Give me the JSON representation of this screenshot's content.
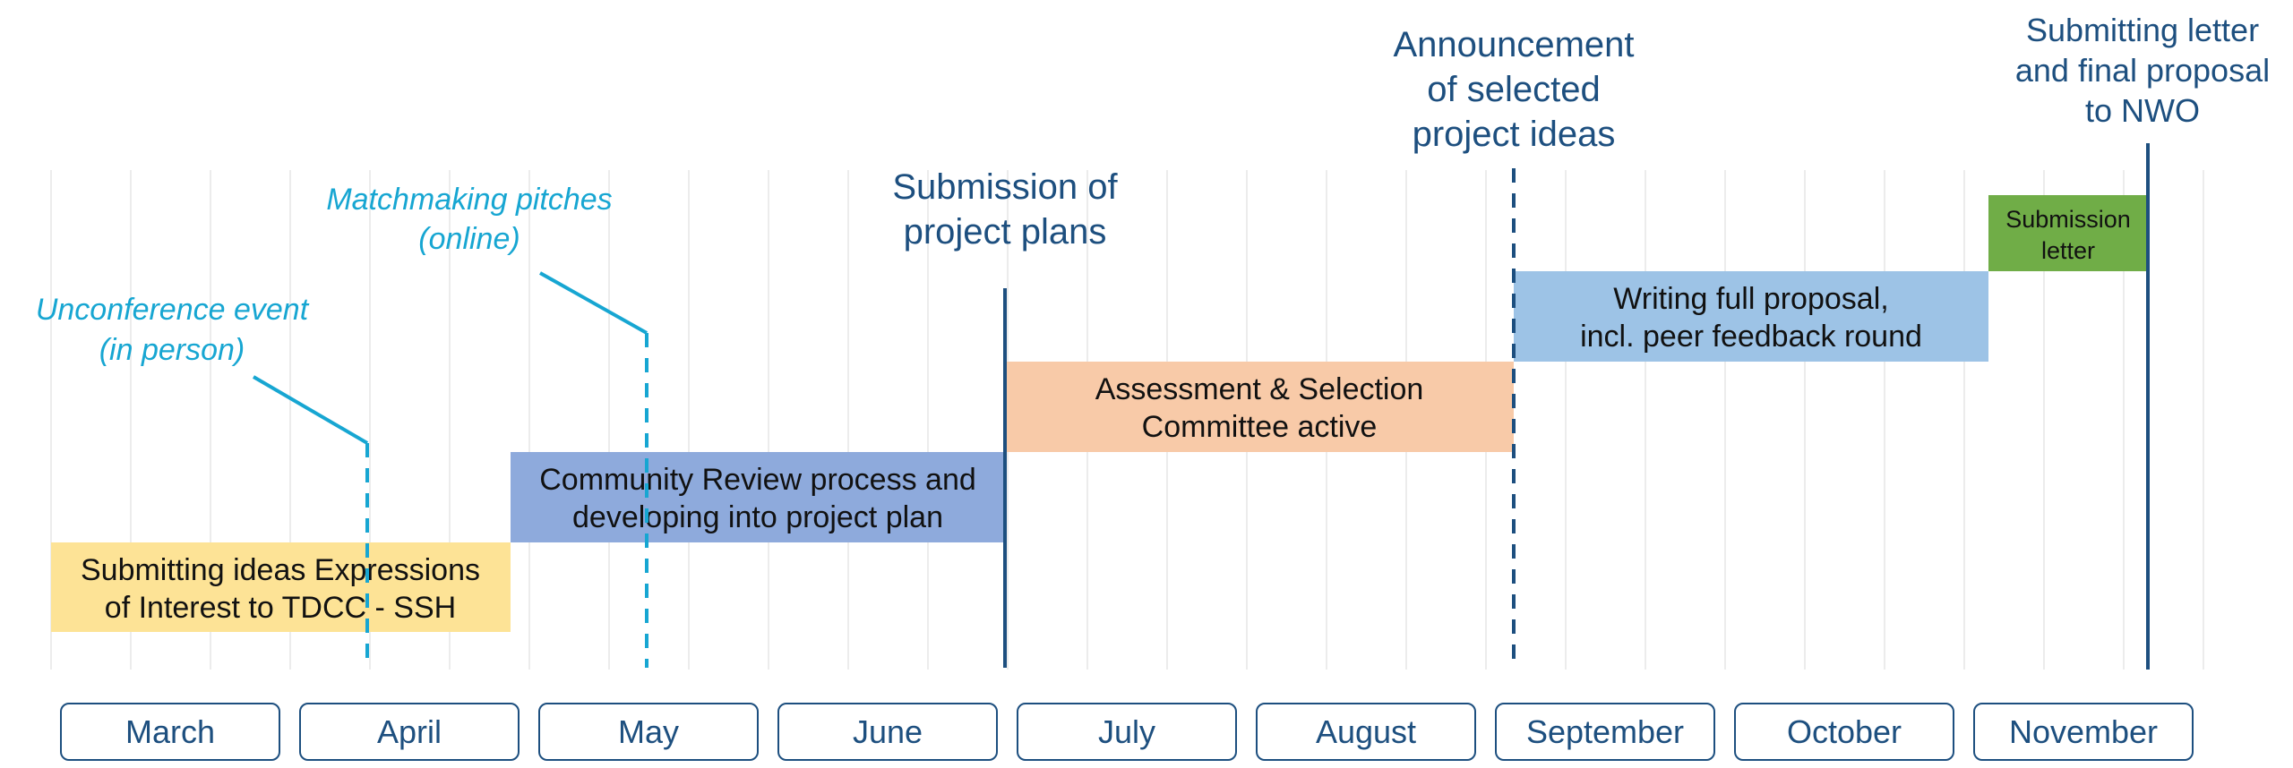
{
  "months": [
    "March",
    "April",
    "May",
    "June",
    "July",
    "August",
    "September",
    "October",
    "November"
  ],
  "phases": [
    {
      "lines": [
        "Submitting ideas Expressions",
        "of Interest to TDCC - SSH"
      ],
      "color": "#fde396"
    },
    {
      "lines": [
        "Community Review process and",
        "developing into project plan"
      ],
      "color": "#8eaadc"
    },
    {
      "lines": [
        "Assessment & Selection",
        "Committee active"
      ],
      "color": "#f8caa8"
    },
    {
      "lines": [
        "Writing full proposal,",
        "incl. peer feedback round"
      ],
      "color": "#9dc3e6"
    },
    {
      "lines": [
        "Submission",
        "letter"
      ],
      "color": "#70ad47"
    }
  ],
  "milestones": [
    {
      "lines": [
        "Submission of",
        "project plans"
      ]
    },
    {
      "lines": [
        "Announcement",
        "of selected",
        "project ideas"
      ]
    },
    {
      "lines": [
        "Submitting letter",
        "and final proposal",
        "to NWO"
      ]
    }
  ],
  "events": [
    {
      "lines": [
        "Unconference event",
        "(in person)"
      ]
    },
    {
      "lines": [
        "Matchmaking pitches",
        "(online)"
      ]
    }
  ],
  "colors": {
    "navy": "#1d4f7f",
    "cyan": "#17a6d2",
    "grid": "#ececec"
  }
}
